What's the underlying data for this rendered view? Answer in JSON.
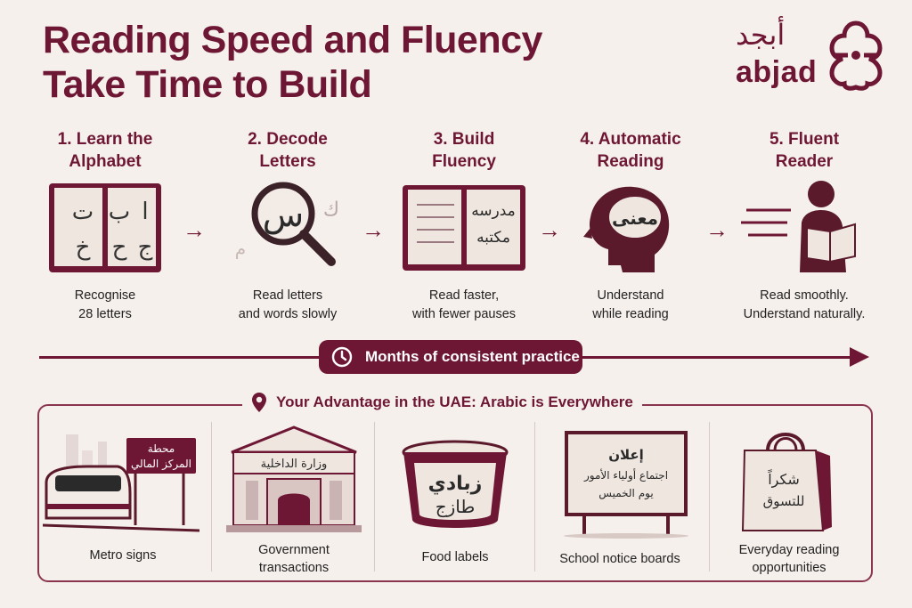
{
  "header": {
    "title_line1": "Reading Speed and Fluency",
    "title_line2": "Take Time to Build"
  },
  "logo": {
    "arabic": "أبجد",
    "english": "abjad"
  },
  "steps": [
    {
      "title_line1": "1. Learn the",
      "title_line2": "Alphabet",
      "desc_line1": "Recognise",
      "desc_line2": "28 letters",
      "illus": [
        "ا",
        "ب",
        "ت",
        "ج",
        "ح",
        "خ"
      ]
    },
    {
      "title_line1": "2. Decode",
      "title_line2": "Letters",
      "desc_line1": "Read letters",
      "desc_line2": "and words slowly",
      "illus": [
        "س",
        "ك",
        "م"
      ]
    },
    {
      "title_line1": "3. Build",
      "title_line2": "Fluency",
      "desc_line1": "Read faster,",
      "desc_line2": "with fewer pauses",
      "illus": [
        "مدرسه",
        "مكتبه"
      ]
    },
    {
      "title_line1": "4. Automatic",
      "title_line2": "Reading",
      "desc_line1": "Understand",
      "desc_line2": "while reading",
      "illus": [
        "معنى"
      ]
    },
    {
      "title_line1": "5. Fluent",
      "title_line2": "Reader",
      "desc_line1": "Read smoothly.",
      "desc_line2": "Understand naturally."
    }
  ],
  "timeline": {
    "label": "Months of consistent practice"
  },
  "advantage": {
    "title": "Your Advantage in the UAE: Arabic is Everywhere",
    "items": [
      {
        "label_line1": "Metro signs",
        "label_line2": "",
        "sign_line1": "محطة",
        "sign_line2": "المركز المالي"
      },
      {
        "label_line1": "Government",
        "label_line2": "transactions",
        "sign_line1": "وزارة الداخلية"
      },
      {
        "label_line1": "Food labels",
        "label_line2": "",
        "sign_line1": "زبادي",
        "sign_line2": "طازج"
      },
      {
        "label_line1": "School notice boards",
        "label_line2": "",
        "sign_line1": "إعلان",
        "sign_line2": "اجتماع أولياء الأمور",
        "sign_line3": "يوم الخميس"
      },
      {
        "label_line1": "Everyday reading",
        "label_line2": "opportunities",
        "sign_line1": "شكراً",
        "sign_line2": "للتسوق"
      }
    ]
  },
  "colors": {
    "accent": "#6e1735",
    "background": "#f6f0ec"
  },
  "icons": [
    "clock-icon",
    "location-pin-icon",
    "right-arrow-icon"
  ]
}
